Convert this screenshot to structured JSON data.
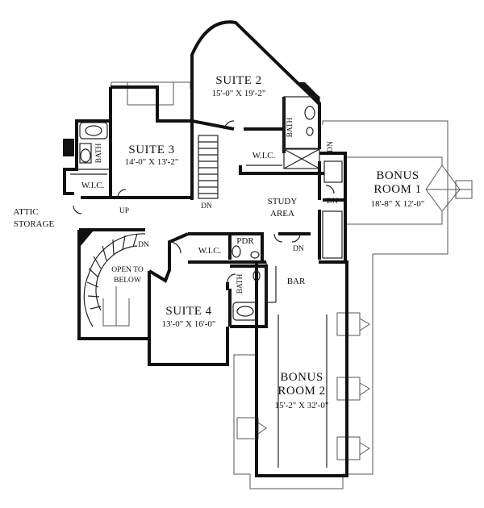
{
  "rooms": {
    "suite2": {
      "name": "SUITE 2",
      "dims": "15'-0\" X 19'-2\""
    },
    "suite3": {
      "name": "SUITE 3",
      "dims": "14'-0\" X 13'-2\""
    },
    "suite4": {
      "name": "SUITE 4",
      "dims": "13'-0\" X 16'-0\""
    },
    "bonus1": {
      "name_line1": "BONUS",
      "name_line2": "ROOM 1",
      "dims": "18'-8\" X 12'-0\""
    },
    "bonus2": {
      "name_line1": "BONUS",
      "name_line2": "ROOM 2",
      "dims": "15'-2\" X 32'-0\""
    },
    "study": {
      "line1": "STUDY",
      "line2": "AREA"
    },
    "attic": {
      "line1": "ATTIC",
      "line2": "STORAGE"
    },
    "open_below": {
      "line1": "OPEN TO",
      "line2": "BELOW"
    },
    "bar": "BAR",
    "pdr": "PDR",
    "wic_suite3": "W.I.C.",
    "wic_suite2": "W.I.C.",
    "wic_suite4": "W.I.C.",
    "bath_suite3": "BATH",
    "bath_suite2": "BATH",
    "bath_suite4": "BATH"
  },
  "stair_labels": {
    "up": "UP",
    "dn_main": "DN",
    "dn_spiral": "DN",
    "dn_bonus1": "DN",
    "dn_hall": "DN",
    "dn_hall2": "DN"
  }
}
